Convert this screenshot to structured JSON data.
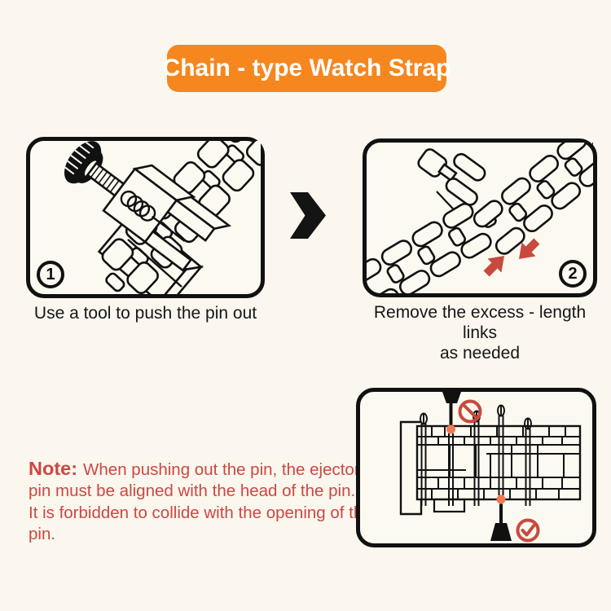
{
  "colors": {
    "background": "#FBF7EE",
    "banner": "#F6861E",
    "banner_text": "#FFFFFF",
    "line_art": "#111111",
    "note_red": "#CC4742",
    "accent_red": "#C84A3E",
    "dot_orange": "#EE7A52"
  },
  "title": {
    "text": "Chain - type Watch Strap"
  },
  "steps": [
    {
      "number": "1",
      "lines": [
        "Use a tool to push the pin out"
      ]
    },
    {
      "number": "2",
      "lines": [
        "Remove the excess - length links",
        "as needed"
      ]
    }
  ],
  "note": {
    "label": "Note:",
    "lines": [
      "When pushing out the pin, the ejector",
      "pin must be aligned with the head of the pin.",
      "It is forbidden to collide with the opening of the pin."
    ]
  },
  "icons": {
    "chevron": "next-step-chevron-icon",
    "prohibition": "prohibition-icon",
    "check": "checkmark-icon",
    "arrow": "remove-direction-arrow-icon"
  },
  "illustrations": {
    "step1": "link-pin-remover-tool-on-bracelet",
    "step2": "separated-bracelet-links",
    "detail": "ejector-pin-alignment-cross-section"
  }
}
